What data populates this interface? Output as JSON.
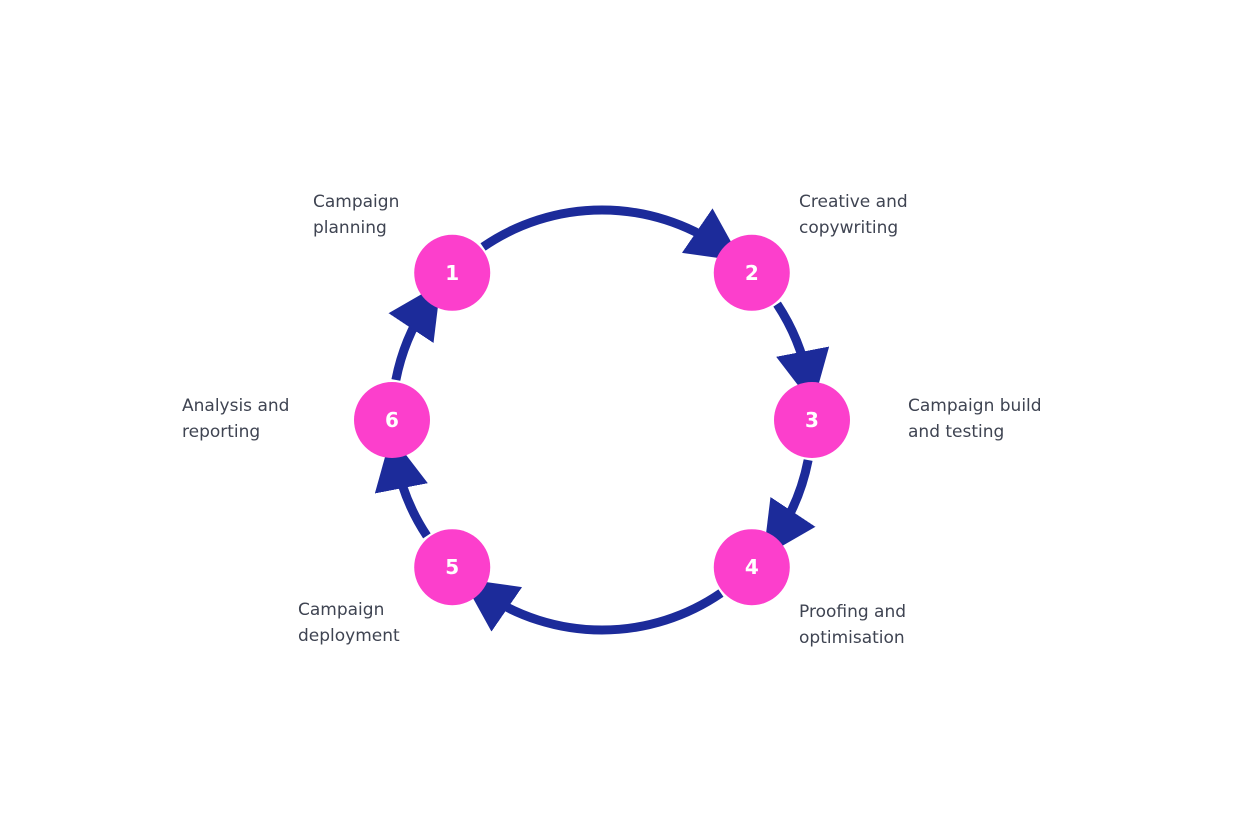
{
  "colors": {
    "node_fill": "#fc3fcc",
    "arrow": "#1c2b9a",
    "label_text": "#3f4452",
    "background": "#ffffff"
  },
  "steps": [
    {
      "number": "1",
      "label_lines": [
        "Campaign",
        "planning"
      ]
    },
    {
      "number": "2",
      "label_lines": [
        "Creative and",
        "copywriting"
      ]
    },
    {
      "number": "3",
      "label_lines": [
        "Campaign build",
        "and testing"
      ]
    },
    {
      "number": "4",
      "label_lines": [
        "Proofing and",
        "optimisation"
      ]
    },
    {
      "number": "5",
      "label_lines": [
        "Campaign",
        "deployment"
      ]
    },
    {
      "number": "6",
      "label_lines": [
        "Analysis and",
        "reporting"
      ]
    }
  ]
}
